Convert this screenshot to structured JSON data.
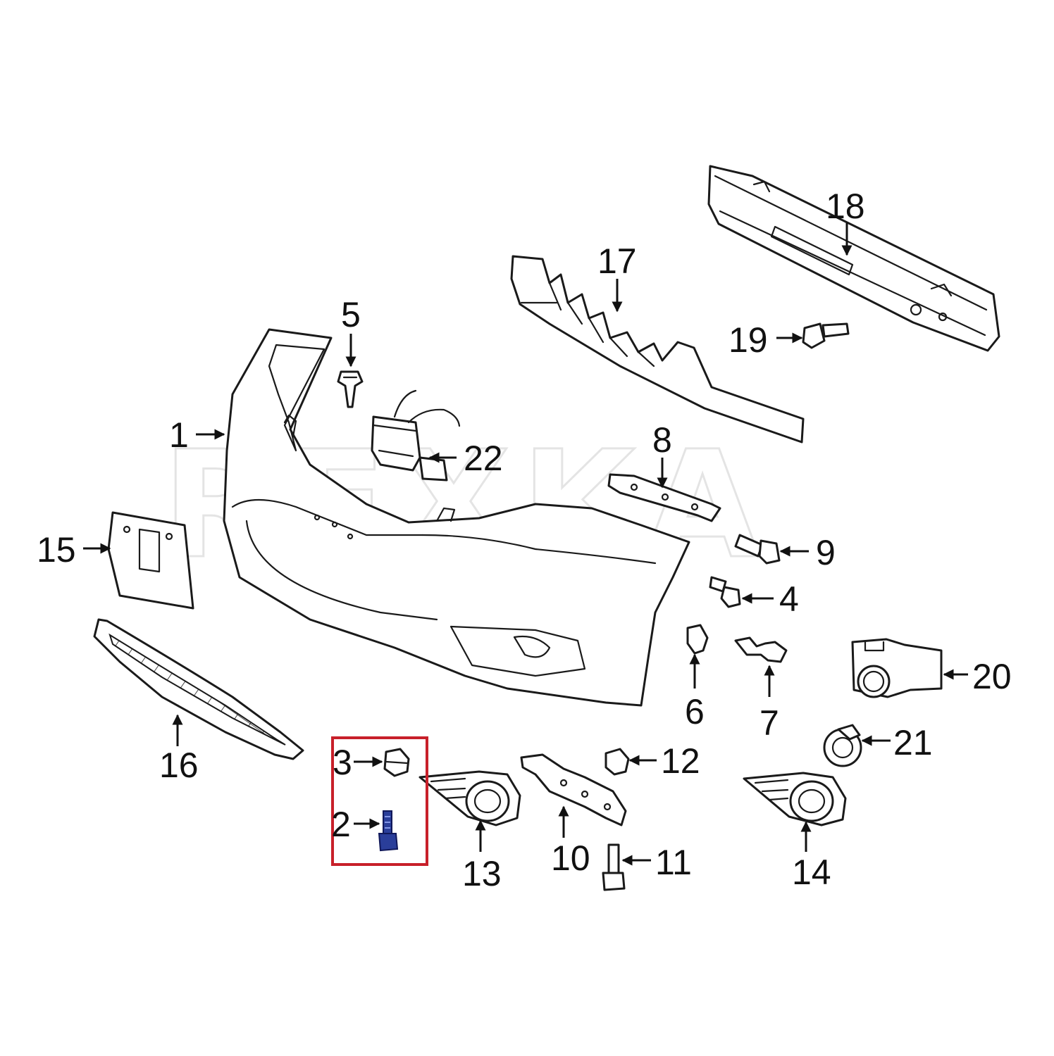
{
  "watermark": "REXKA",
  "colors": {
    "line": "#1a1a1a",
    "highlight_box": "#c8202a",
    "highlight_part": "#2a3e9a"
  },
  "callouts": {
    "c1": "1",
    "c2": "2",
    "c3": "3",
    "c4": "4",
    "c5": "5",
    "c6": "6",
    "c7": "7",
    "c8": "8",
    "c9": "9",
    "c10": "10",
    "c11": "11",
    "c12": "12",
    "c13": "13",
    "c14": "14",
    "c15": "15",
    "c16": "16",
    "c17": "17",
    "c18": "18",
    "c19": "19",
    "c20": "20",
    "c21": "21",
    "c22": "22"
  },
  "highlighted_callouts": [
    "2",
    "3"
  ]
}
